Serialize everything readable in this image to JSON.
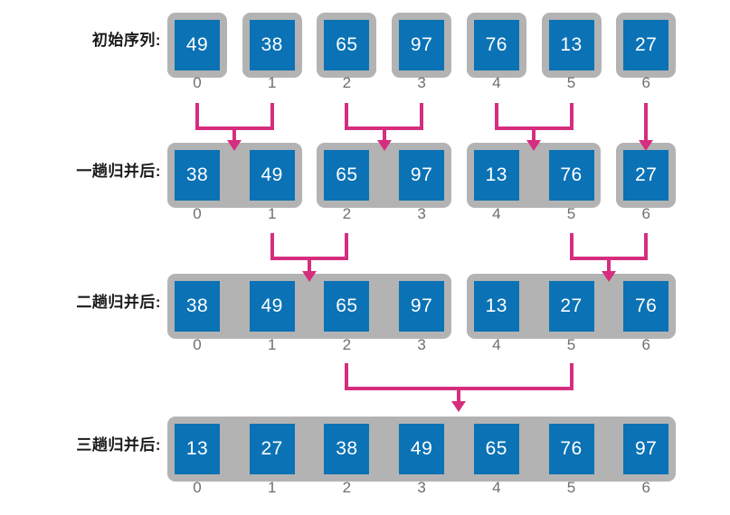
{
  "colors": {
    "cell_fill": "#0b72b5",
    "group_fill": "#b3b3b3",
    "connector": "#d62e7e",
    "index_text": "#6e6e6e",
    "label_text": "#1a1a1a",
    "background": "#ffffff"
  },
  "diagram": {
    "title_implied": "Merge Sort Process",
    "indices": [
      "0",
      "1",
      "2",
      "3",
      "4",
      "5",
      "6"
    ],
    "rows": [
      {
        "label": "初始序列:",
        "values": [
          "49",
          "38",
          "65",
          "97",
          "76",
          "13",
          "27"
        ],
        "groups": [
          1,
          1,
          1,
          1,
          1,
          1,
          1
        ],
        "indices": [
          "0",
          "1",
          "2",
          "3",
          "4",
          "5",
          "6"
        ]
      },
      {
        "label": "一趟归并后:",
        "values": [
          "38",
          "49",
          "65",
          "97",
          "13",
          "76",
          "27"
        ],
        "groups": [
          2,
          2,
          2,
          1
        ],
        "indices": [
          "0",
          "1",
          "2",
          "3",
          "4",
          "5",
          "6"
        ]
      },
      {
        "label": "二趟归并后:",
        "values": [
          "38",
          "49",
          "65",
          "97",
          "13",
          "27",
          "76"
        ],
        "groups": [
          4,
          3
        ],
        "indices": [
          "0",
          "1",
          "2",
          "3",
          "4",
          "5",
          "6"
        ]
      },
      {
        "label": "三趟归并后:",
        "values": [
          "13",
          "27",
          "38",
          "49",
          "65",
          "76",
          "97"
        ],
        "groups": [
          7
        ],
        "indices": [
          "0",
          "1",
          "2",
          "3",
          "4",
          "5",
          "6"
        ]
      }
    ],
    "merge_steps": [
      {
        "name": "pass-1",
        "merges": [
          {
            "from": [
              0,
              1
            ],
            "to": 0
          },
          {
            "from": [
              2,
              3
            ],
            "to": 1
          },
          {
            "from": [
              4,
              5
            ],
            "to": 2
          },
          {
            "from": [
              6,
              6
            ],
            "to": 3
          }
        ]
      },
      {
        "name": "pass-2",
        "merges": [
          {
            "from": [
              1,
              2
            ],
            "to": 0
          },
          {
            "from": [
              5,
              6
            ],
            "to": 1
          }
        ]
      },
      {
        "name": "pass-3",
        "merges": [
          {
            "from": [
              2,
              5
            ],
            "to": 0
          }
        ]
      }
    ]
  }
}
